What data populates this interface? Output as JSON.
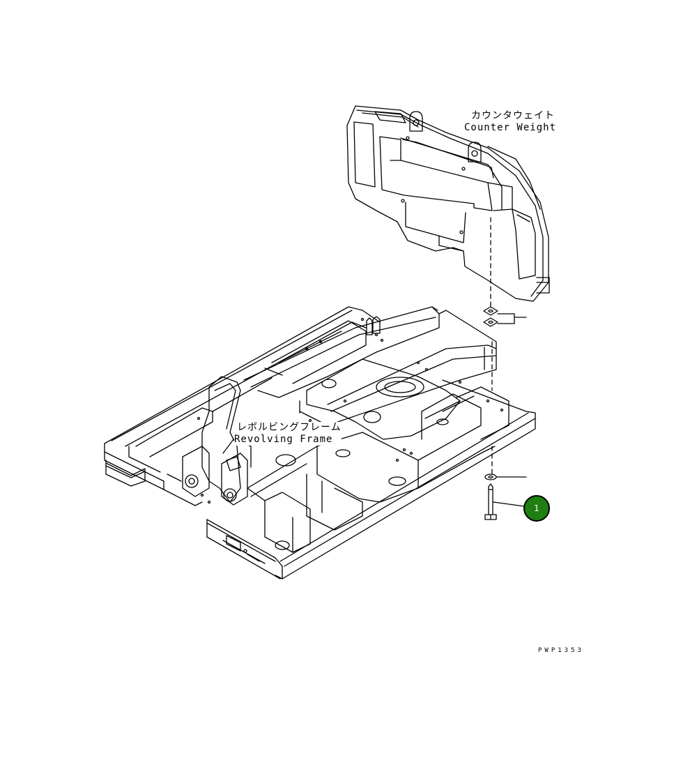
{
  "labels": {
    "counter_weight_jp": "カウンタウェイト",
    "counter_weight_en": "Counter Weight",
    "revolving_frame_jp": "レボルビングフレーム",
    "revolving_frame_en": "Revolving Frame"
  },
  "callouts": [
    {
      "number": "1",
      "color": "#1f7f12"
    }
  ],
  "drawing_code": "PWP1353",
  "colors": {
    "line": "#000000",
    "background": "#ffffff"
  }
}
